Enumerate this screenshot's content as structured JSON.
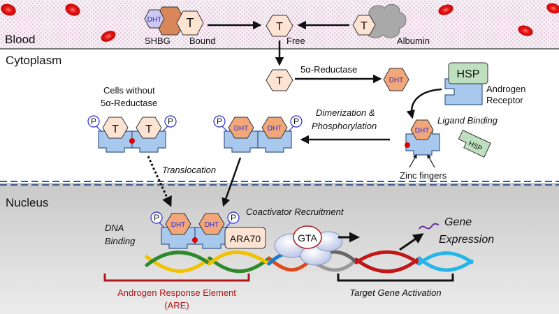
{
  "sections": {
    "blood": "Blood",
    "cytoplasm": "Cytoplasm",
    "nucleus": "Nucleus"
  },
  "molecules": {
    "testosterone": "T",
    "dht": "DHT",
    "hsp": "HSP",
    "phosphate": "P",
    "ara70": "ARA70",
    "gta": "GTA"
  },
  "labels": {
    "shbg": "SHBG",
    "bound": "Bound",
    "free": "Free",
    "albumin": "Albumin",
    "reductase": "5α-Reductase",
    "androgen_receptor_1": "Androgen",
    "androgen_receptor_2": "Receptor",
    "cells_without_1": "Cells without",
    "cells_without_2": "5α-Reductase",
    "dimerization_1": "Dimerization &",
    "dimerization_2": "Phosphorylation",
    "ligand_binding": "Ligand Binding",
    "zinc_fingers": "Zinc fingers",
    "translocation": "Translocation",
    "coactivator": "Coactivator Recruitment",
    "dna_binding_1": "DNA",
    "dna_binding_2": "Binding",
    "gene_expression_1": "Gene",
    "gene_expression_2": "Expression",
    "are_1": "Androgen Response Element",
    "are_2": "(ARE)",
    "target_gene": "Target Gene Activation"
  },
  "colors": {
    "blood_bg": "#f6eef4",
    "t_hex": "#fde3d2",
    "dht_hex": "#f2a77a",
    "receptor": "#a9c8ee",
    "hsp": "#bfe0bf",
    "albumin": "#a9a9a9",
    "shbg": "#d9875a",
    "rbc": "#e02020",
    "nucleus_bg": "#d9d9d9",
    "are_red": "#b01818"
  }
}
